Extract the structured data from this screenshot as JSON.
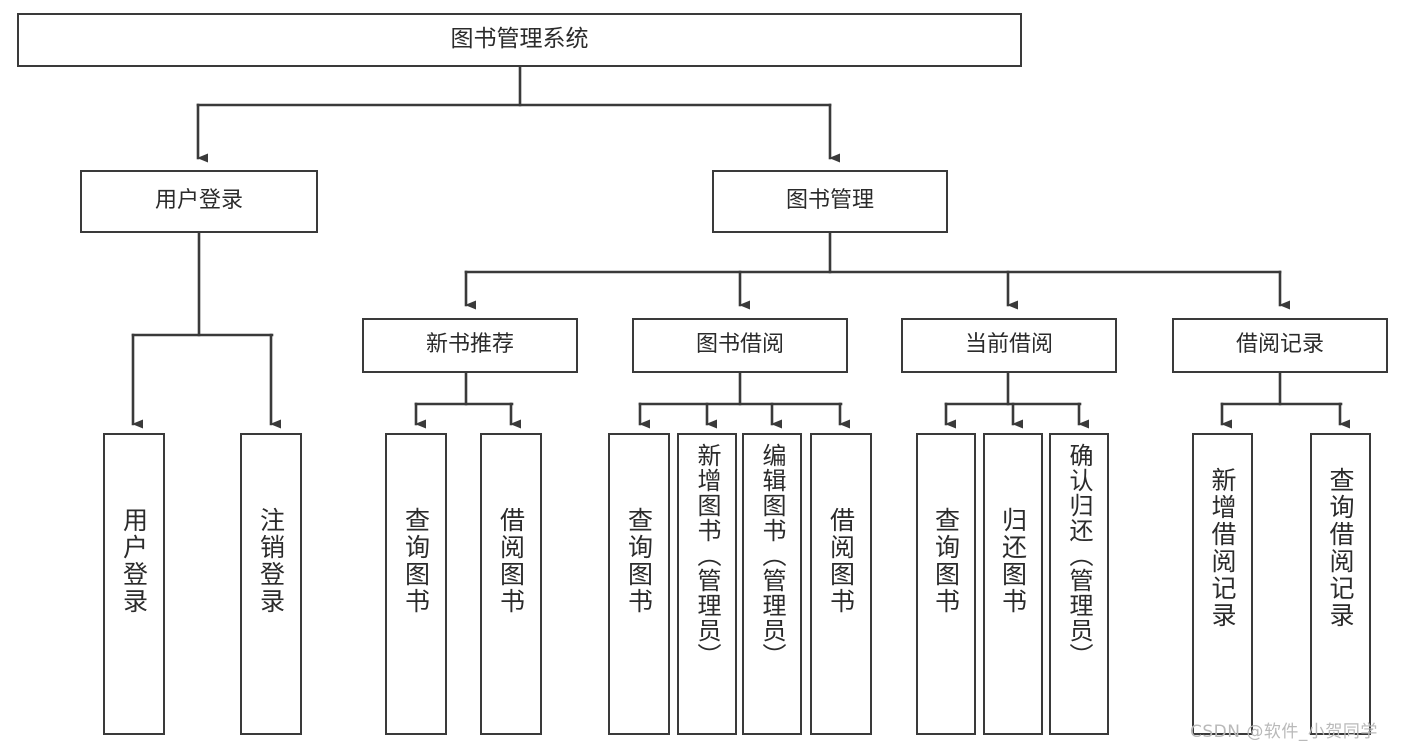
{
  "diagram": {
    "title": "图书管理系统",
    "type": "function-structure-tree",
    "watermark": "CSDN @软件_小贺同学",
    "colors": {
      "stroke": "#3a3a3a",
      "text": "#2b2b2b",
      "background": "#ffffff",
      "watermark": "#b9b9b9"
    },
    "root": {
      "label": "图书管理系统"
    },
    "level2": [
      {
        "label": "用户登录"
      },
      {
        "label": "图书管理"
      }
    ],
    "level3": [
      {
        "label": "新书推荐"
      },
      {
        "label": "图书借阅"
      },
      {
        "label": "当前借阅"
      },
      {
        "label": "借阅记录"
      }
    ],
    "leaves": {
      "user_login": [
        {
          "label": "用户登录"
        },
        {
          "label": "注销登录"
        }
      ],
      "new_book_recommend": [
        {
          "label": "查询图书"
        },
        {
          "label": "借阅图书"
        }
      ],
      "book_borrow": [
        {
          "label": "查询图书"
        },
        {
          "label": "新增图书（管理员）"
        },
        {
          "label": "编辑图书（管理员）"
        },
        {
          "label": "借阅图书"
        }
      ],
      "current_borrow": [
        {
          "label": "查询图书"
        },
        {
          "label": "归还图书"
        },
        {
          "label": "确认归还（管理员）"
        }
      ],
      "borrow_record": [
        {
          "label": "新增借阅记录"
        },
        {
          "label": "查询借阅记录"
        }
      ]
    }
  }
}
